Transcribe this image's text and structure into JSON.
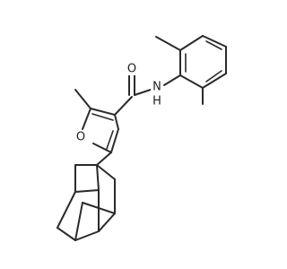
{
  "atoms": {
    "oxygen_carbonyl": "O",
    "nitrogen_amide": "N",
    "hydrogen_amide": "H",
    "oxygen_furan": "O"
  }
}
